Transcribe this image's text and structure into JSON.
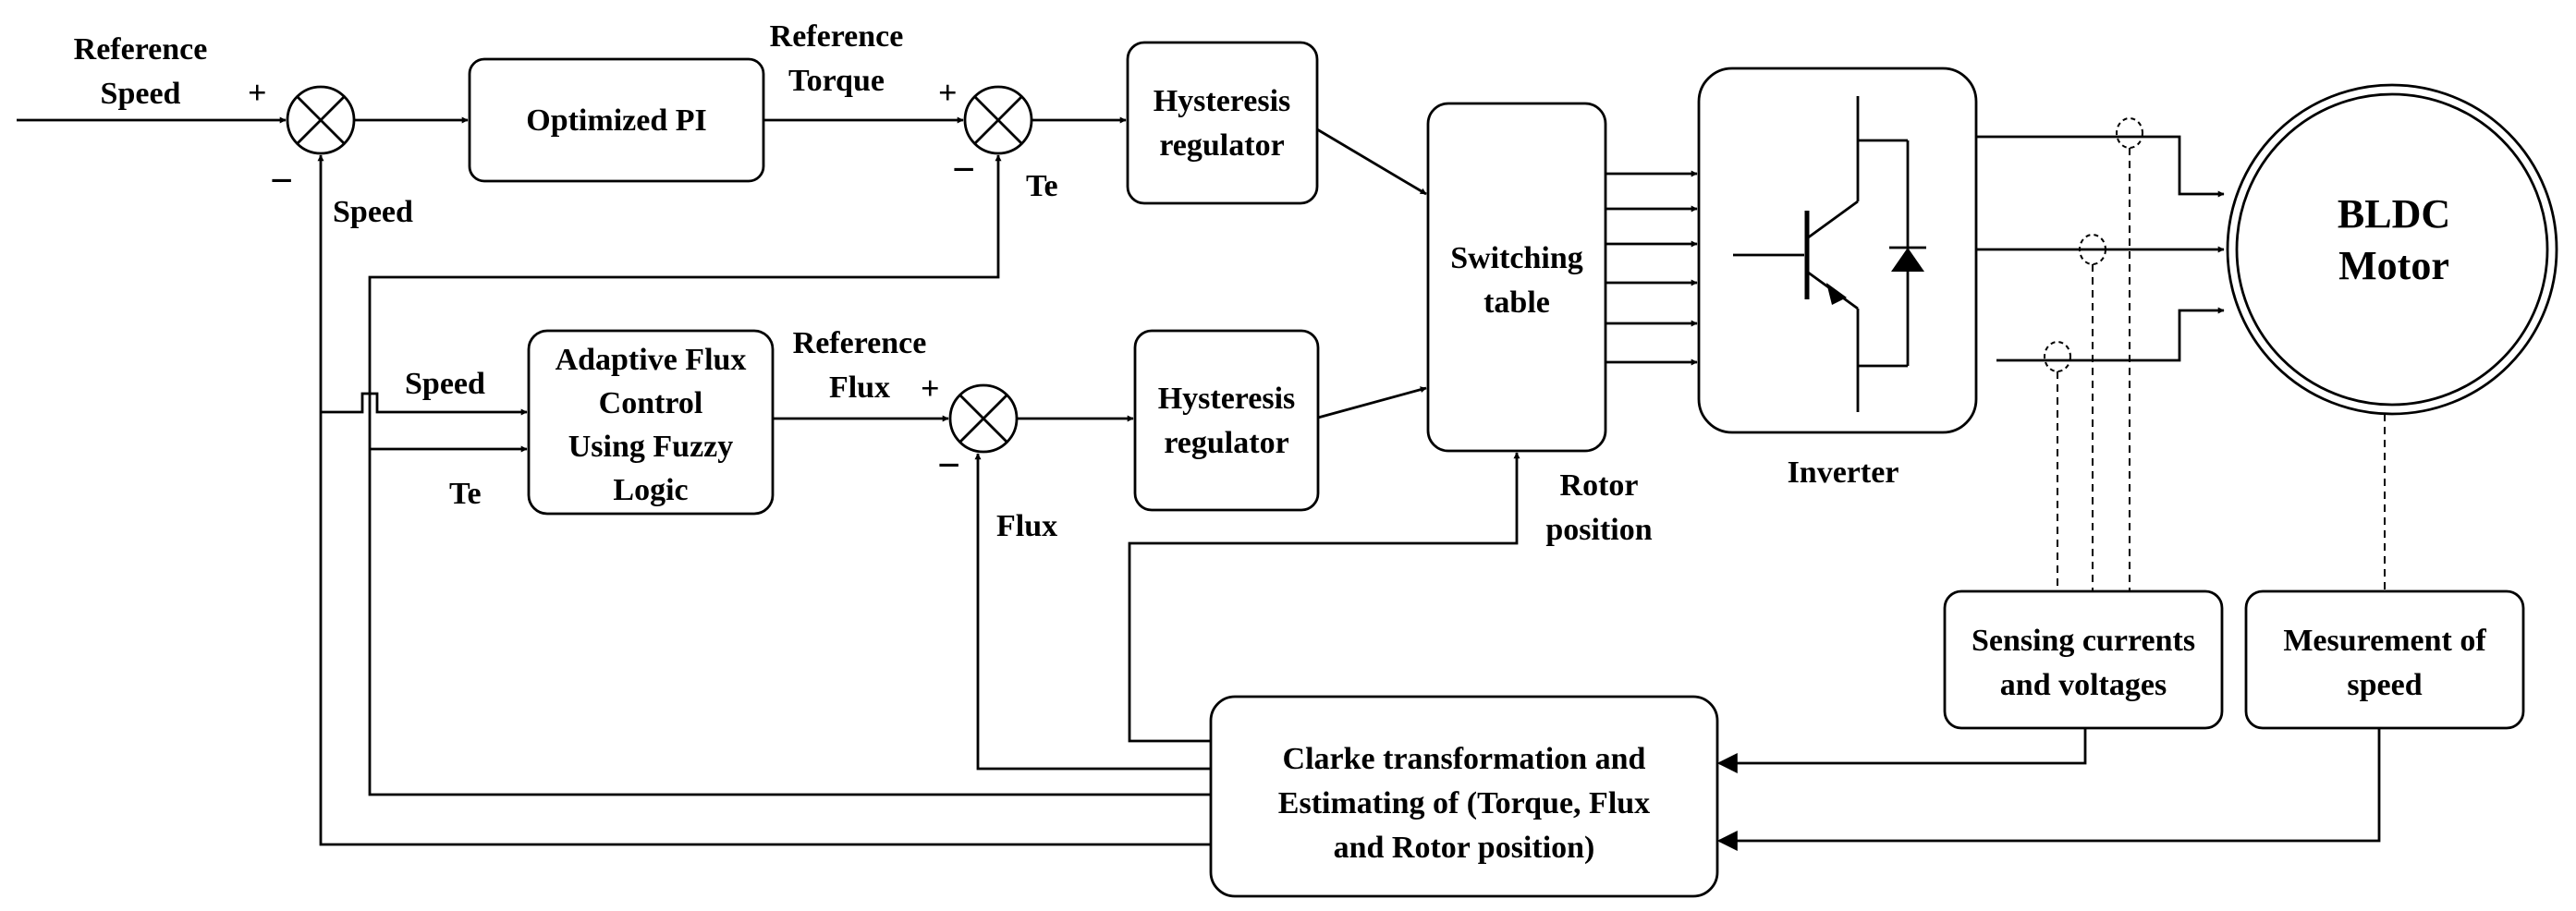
{
  "labels": {
    "reference_speed": [
      "Reference",
      "Speed"
    ],
    "reference_torque": [
      "Reference",
      "Torque"
    ],
    "reference_flux": [
      "Reference",
      "Flux"
    ],
    "speed_feedback": "Speed",
    "speed_input": "Speed",
    "te_feedback": "Te",
    "te_input": "Te",
    "flux_feedback": "Flux",
    "rotor_position": [
      "Rotor",
      "position"
    ],
    "inverter": "Inverter"
  },
  "blocks": {
    "optimized_pi": [
      "Optimized PI"
    ],
    "hysteresis_torque": [
      "Hysteresis",
      "regulator"
    ],
    "hysteresis_flux": [
      "Hysteresis",
      "regulator"
    ],
    "adaptive_flux": [
      "Adaptive Flux",
      "Control",
      "Using Fuzzy",
      "Logic"
    ],
    "switching_table": [
      "Switching",
      "table"
    ],
    "bldc_motor": [
      "BLDC",
      "Motor"
    ],
    "sensing": [
      "Sensing currents",
      "and voltages"
    ],
    "measurement": [
      "Mesurement of",
      "speed"
    ],
    "clarke": [
      "Clarke transformation and",
      "Estimating of (Torque, Flux",
      "and Rotor position)"
    ]
  },
  "signs": {
    "plus": "+",
    "minus": "−"
  }
}
